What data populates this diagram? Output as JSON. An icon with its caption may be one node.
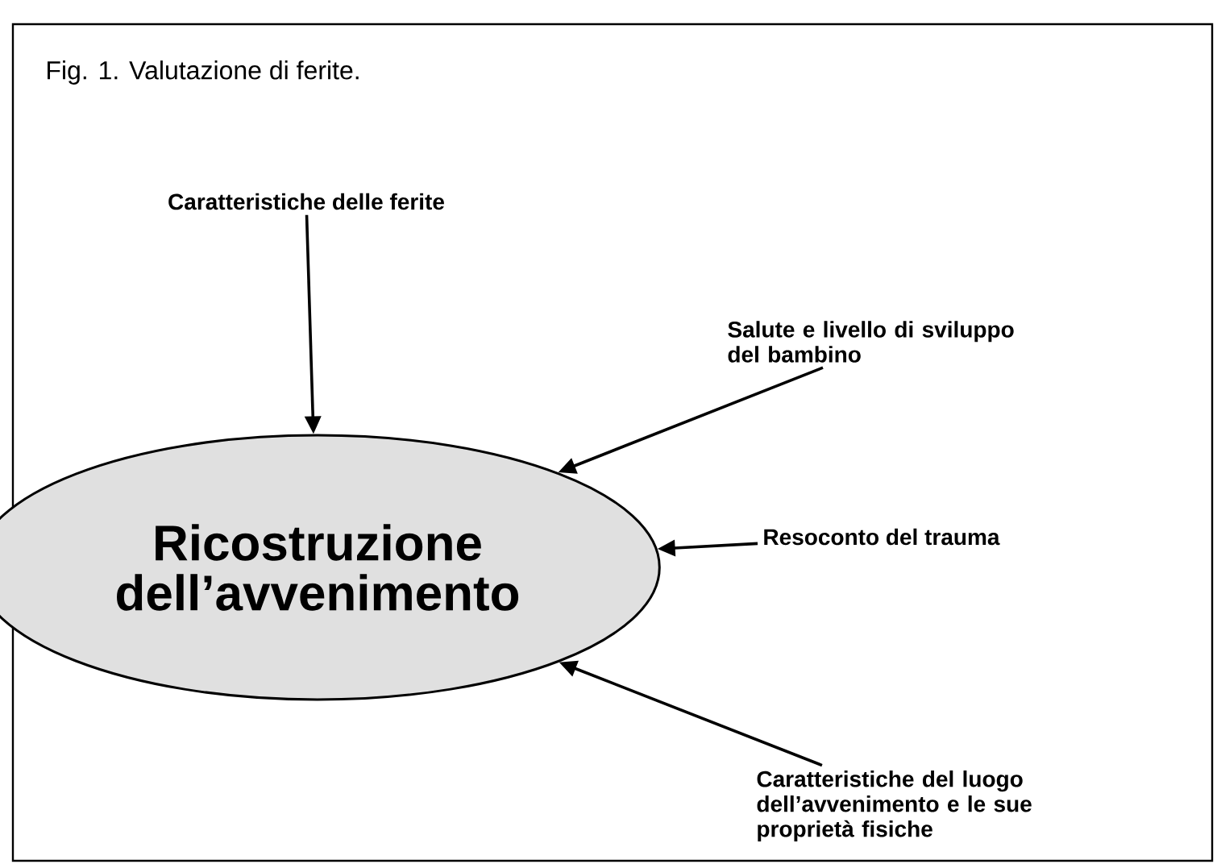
{
  "diagram": {
    "title": "Fig. 1. Valutazione di ferite.",
    "nodes": [
      {
        "text": [
          "Ricostruzione dell’avvenimento"
        ]
      },
      {
        "text": [
          "Caratteristiche delle ferite"
        ]
      },
      {
        "text": [
          "Salute e livello di sviluppo del bambino"
        ]
      },
      {
        "text": [
          "Resoconto del trauma"
        ]
      },
      {
        "text": [
          "Caratteristiche del luogo dell’avvenimento e le sue proprietà fisiche"
        ]
      }
    ],
    "edges": [
      {
        "from": 1,
        "to": 0,
        "arrow": "to"
      },
      {
        "from": 2,
        "to": 0,
        "arrow": "to"
      },
      {
        "from": 3,
        "to": 0,
        "arrow": "to"
      },
      {
        "from": 4,
        "to": 0,
        "arrow": "to"
      }
    ]
  }
}
